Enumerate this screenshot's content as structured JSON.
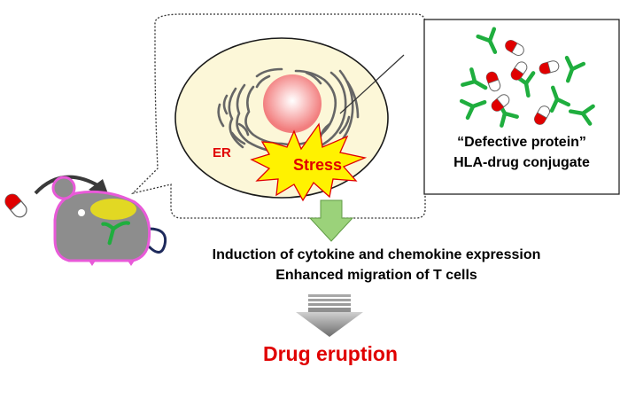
{
  "labels": {
    "er": "ER",
    "stress": "Stress",
    "box_line1": "“Defective protein”",
    "box_line2": "HLA-drug conjugate",
    "outcome_line1": "Induction of cytokine and chemokine expression",
    "outcome_line2": "Enhanced migration of T cells",
    "result": "Drug eruption"
  },
  "icons": {
    "drug": "capsule-icon",
    "hla": "hla-molecule-icon",
    "subject": "mouse-icon"
  },
  "colors": {
    "capsule_red": "#e00000",
    "hla_green": "#1fae3e",
    "cell_fill": "#fcf7d8",
    "nucleus": "#f8a8a8",
    "stress_burst": "#fff200",
    "arrow_green": "#9bd27a",
    "arrow_gray": "#8c8c8c",
    "mouse_outline": "#e85ad8",
    "text_red": "#e00000"
  }
}
